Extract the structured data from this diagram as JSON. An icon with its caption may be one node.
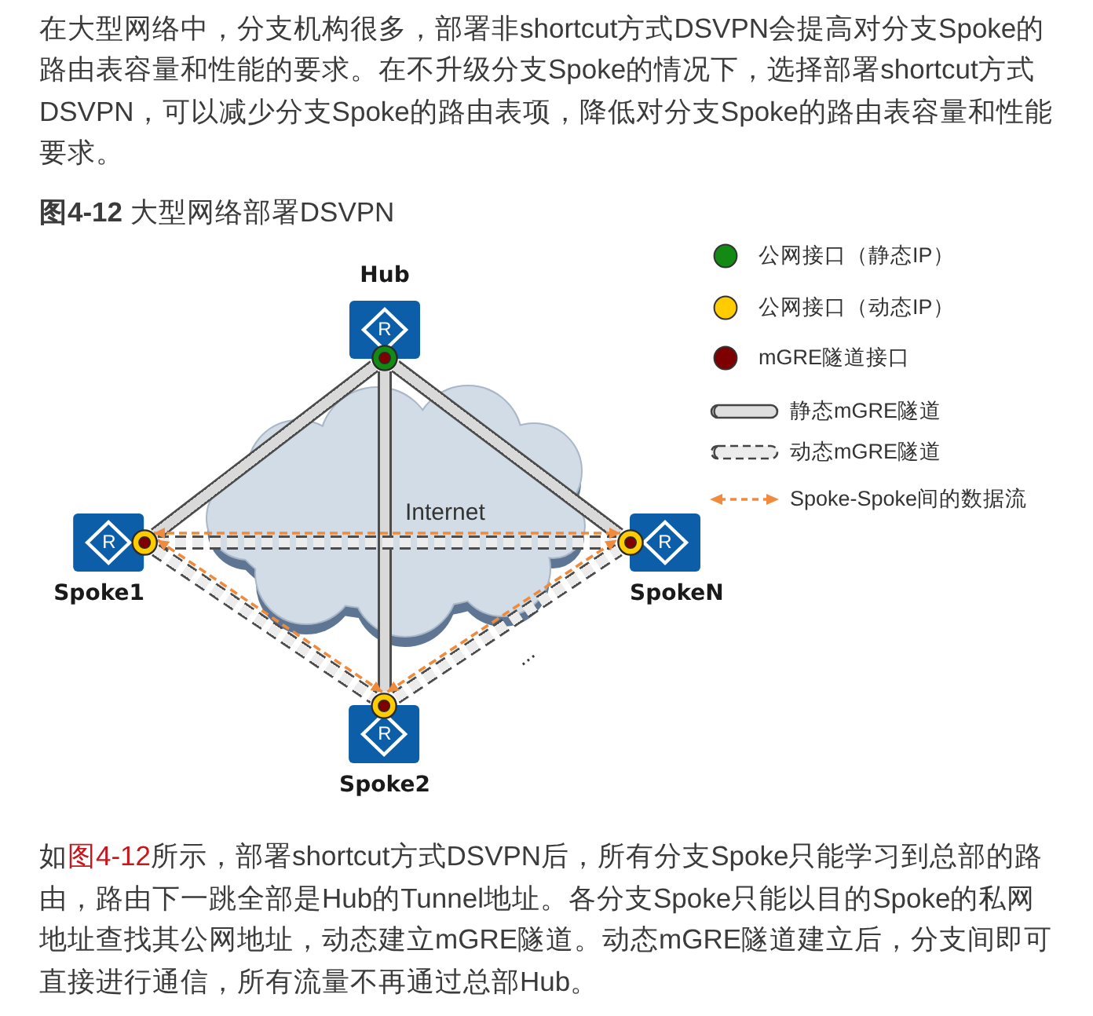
{
  "diagram": {
    "title": "**图4-12** 大型网络部署DSVPN",
    "nodes": [
      {
        "text": [
          "Hub",
          "R"
        ]
      },
      {
        "text": [
          "R",
          "Spoke1"
        ]
      },
      {
        "text": [
          "R",
          "SpokeN"
        ]
      },
      {
        "text": [
          "R",
          "Spoke2"
        ]
      }
    ],
    "edges": [
      {
        "from": 0,
        "to": 1,
        "arrow": "none",
        "style": "thick"
      },
      {
        "from": 0,
        "to": 2,
        "arrow": "none",
        "style": "thick"
      },
      {
        "from": 0,
        "to": 3,
        "arrow": "none",
        "style": "thick"
      },
      {
        "from": 1,
        "to": 2,
        "arrow": "none",
        "style": "dashed"
      },
      {
        "from": 1,
        "to": 3,
        "arrow": "none",
        "style": "dashed"
      },
      {
        "from": 3,
        "to": 2,
        "arrow": "none",
        "style": "dashed"
      },
      {
        "from": 1,
        "to": 2,
        "arrow": "both",
        "style": "dashed",
        "color": "#f08a3c"
      },
      {
        "from": 1,
        "to": 3,
        "arrow": "both",
        "style": "dashed",
        "color": "#f08a3c"
      },
      {
        "from": 3,
        "to": 2,
        "arrow": "both",
        "style": "dashed",
        "color": "#f08a3c"
      }
    ],
    "labels": [
      "在大型网络中，分支机构很多，部署非shortcut方式DSVPN会提高对分支Spoke的路由表容量和性能的要求。在不升级分支Spoke的情况下，选择部署shortcut方式DSVPN，可以减少分支Spoke的路由表项，降低对分支Spoke的路由表容量和性能要求。",
      "Internet",
      "...",
      "如",
      "图4-12",
      "所示，部署shortcut方式DSVPN后，所有分支Spoke只能学习到总部的路由，路由下一跳全部是Hub的Tunnel地址。各分支Spoke只能以目的Spoke的私网地址查找其公网地址，动态建立mGRE隧道。动态mGRE隧道建立后，分支间即可直接进行通信，所有流量不再通过总部Hub。"
    ],
    "legend": [
      {
        "text": "公网接口（静态IP）",
        "color": "#138a13"
      },
      {
        "text": "公网接口（动态IP）",
        "color": "#ffcc00"
      },
      {
        "text": "mGRE隧道接口",
        "color": "#7f0000"
      },
      {
        "text": "静态mGRE隧道"
      },
      {
        "text": "动态mGRE隧道"
      },
      {
        "text": "Spoke-Spoke间的数据流"
      }
    ]
  }
}
